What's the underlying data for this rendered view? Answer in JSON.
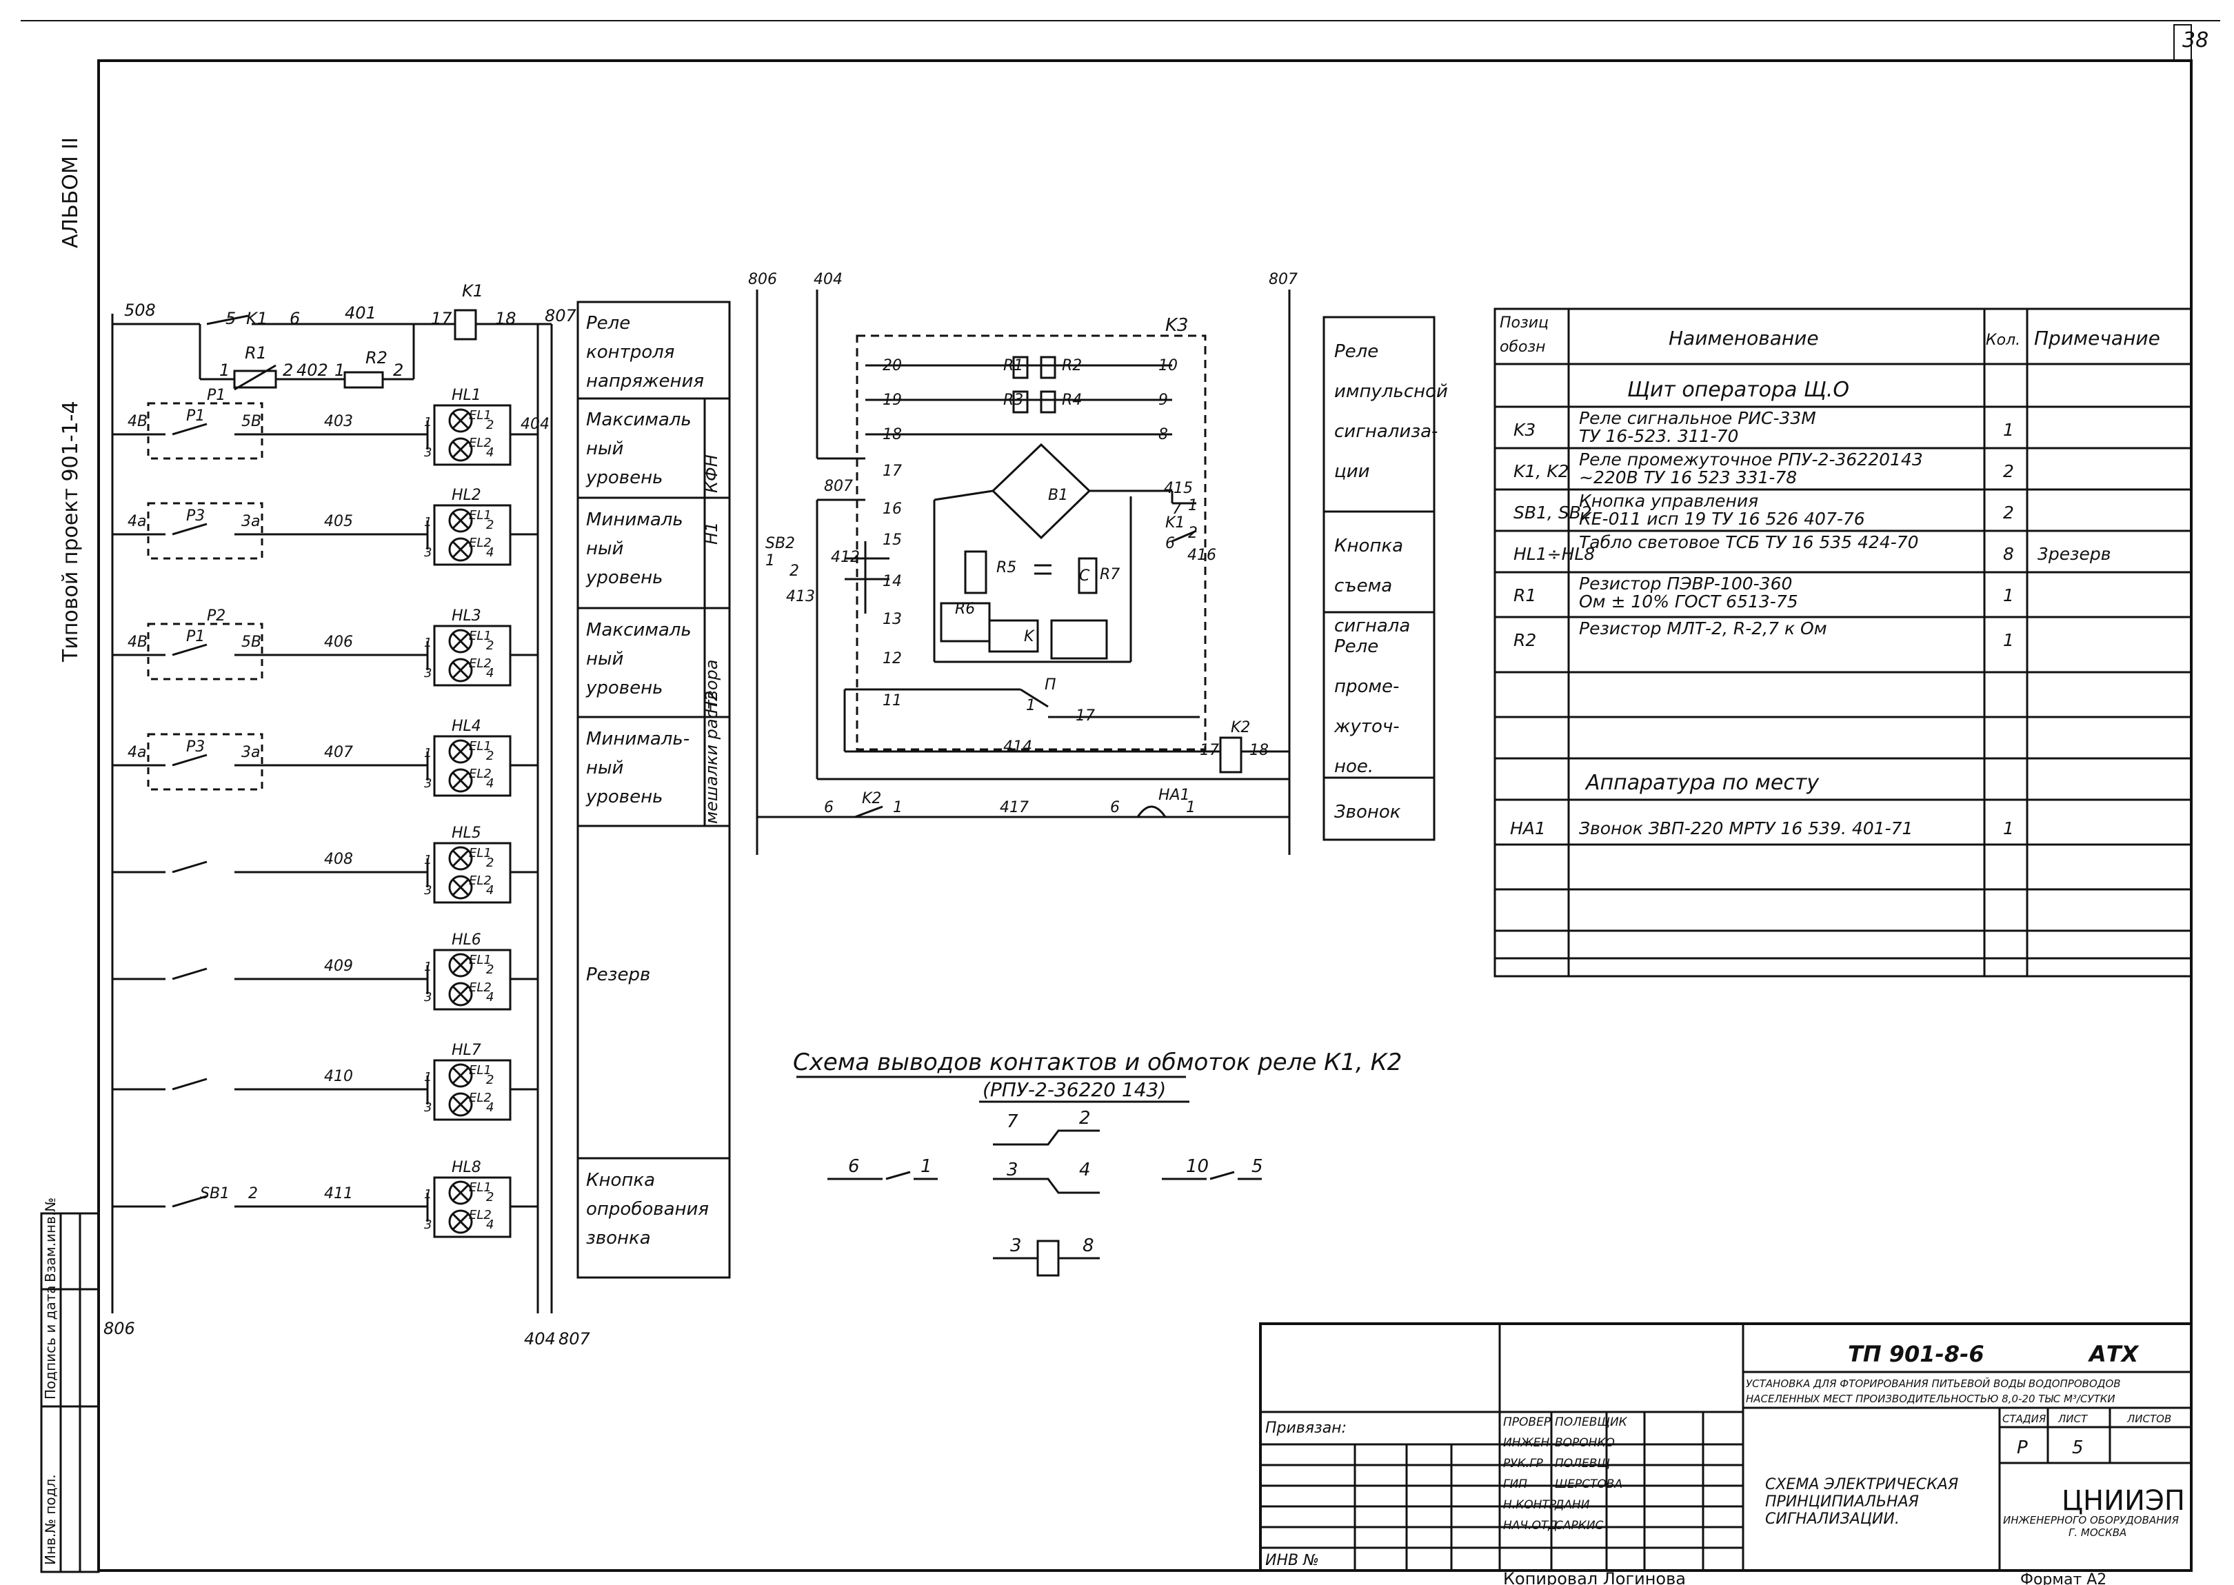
{
  "sheet": {
    "page_number": "38",
    "album": "АЛЬБОМ II",
    "project": "Типовой проект 901-1-4",
    "side_stamp": [
      "Инв.№ подл.",
      "Подпись и дата",
      "Взам.инв.№"
    ]
  },
  "left_schematic": {
    "bus_top_left": "508",
    "bus_bottom_left": "806",
    "bus_bottom_right": [
      "404",
      "807"
    ],
    "row1": {
      "n5": "5",
      "k1": "K1",
      "n6": "6",
      "w401": "401",
      "n17": "17",
      "k1coil": "K1",
      "n18": "18",
      "n807": "807",
      "r1": "R1",
      "r1_1": "1",
      "r1_2": "2",
      "w402": "402",
      "r2": "R2",
      "r2_1": "1",
      "r2_2": "2"
    },
    "lamp_rows": [
      {
        "group": "P1",
        "a": "4B",
        "sw": "P1",
        "b": "5B",
        "wire": "403",
        "hl": "HL1",
        "el1": "EL1",
        "el2": "EL2",
        "n1": "1",
        "n2": "2",
        "n3": "3",
        "n4": "4",
        "extra": "404"
      },
      {
        "group": "",
        "a": "4a",
        "sw": "P3",
        "b": "3a",
        "wire": "405",
        "hl": "HL2",
        "el1": "EL1",
        "el2": "EL2",
        "n1": "1",
        "n2": "2",
        "n3": "3",
        "n4": "4",
        "extra": ""
      },
      {
        "group": "P2",
        "a": "4B",
        "sw": "P1",
        "b": "5B",
        "wire": "406",
        "hl": "HL3",
        "el1": "EL1",
        "el2": "EL2",
        "n1": "1",
        "n2": "2",
        "n3": "3",
        "n4": "4",
        "extra": ""
      },
      {
        "group": "",
        "a": "4a",
        "sw": "P3",
        "b": "3a",
        "wire": "407",
        "hl": "HL4",
        "el1": "EL1",
        "el2": "EL2",
        "n1": "1",
        "n2": "2",
        "n3": "3",
        "n4": "4",
        "extra": ""
      },
      {
        "group": "",
        "a": "",
        "sw": "",
        "b": "",
        "wire": "408",
        "hl": "HL5",
        "el1": "EL1",
        "el2": "EL2",
        "n1": "1",
        "n2": "2",
        "n3": "3",
        "n4": "4",
        "extra": ""
      },
      {
        "group": "",
        "a": "",
        "sw": "",
        "b": "",
        "wire": "409",
        "hl": "HL6",
        "el1": "EL1",
        "el2": "EL2",
        "n1": "1",
        "n2": "2",
        "n3": "3",
        "n4": "4",
        "extra": ""
      },
      {
        "group": "",
        "a": "",
        "sw": "",
        "b": "",
        "wire": "410",
        "hl": "HL7",
        "el1": "EL1",
        "el2": "EL2",
        "n1": "1",
        "n2": "2",
        "n3": "3",
        "n4": "4",
        "extra": ""
      },
      {
        "group": "",
        "a": "SB1",
        "sw": "",
        "b": "2",
        "wire": "411",
        "hl": "HL8",
        "el1": "EL1",
        "el2": "EL2",
        "n1": "1",
        "n2": "2",
        "n3": "3",
        "n4": "4",
        "extra": ""
      }
    ],
    "descriptions": [
      [
        "Реле",
        "контроля",
        "напряжения"
      ],
      [
        "Максималь",
        "ный",
        "уровень"
      ],
      [
        "Минималь",
        "ный",
        "уровень"
      ],
      [
        "Максималь",
        "ный",
        "уровень"
      ],
      [
        "Минималь-",
        "ный",
        "уровень"
      ],
      [
        "Резерв"
      ],
      [
        "Кнопка",
        "опробования",
        "звонка"
      ]
    ],
    "group_labels": {
      "h1": "H1",
      "kfn": "КФН",
      "h2": "H2",
      "mixer": "мешалки раствора"
    }
  },
  "middle_schematic": {
    "bus_left": "806",
    "bus_404": "404",
    "bus_right": "807",
    "k3": "K3",
    "terms_left": [
      "20",
      "19",
      "18",
      "17",
      "16",
      "15",
      "14",
      "13",
      "12",
      "11"
    ],
    "terms_right": [
      "10",
      "9",
      "8"
    ],
    "resistors": [
      "R1",
      "R2",
      "R3",
      "R4",
      "R5",
      "R6",
      "R7"
    ],
    "bridge": "B1",
    "cap": "C",
    "relay_k": "K",
    "w807": "807",
    "w415": "415",
    "w416": "416",
    "k1_7": "7",
    "k1": "K1",
    "k1_6": "6",
    "k1_1": "1",
    "k1_2": "2",
    "sb2": "SB2",
    "sb2_1": "1",
    "sb2_2": "2",
    "w412": "412",
    "w413": "413",
    "w414": "414",
    "p_contact": "П",
    "n1": "1",
    "n17": "17",
    "k2": "K2",
    "k2_17": "17",
    "k2_18": "18",
    "bottom": {
      "n6": "6",
      "k2": "K2",
      "n1": "1",
      "w417": "417",
      "n6b": "6",
      "ha1": "HA1",
      "n1b": "1"
    }
  },
  "legend_table": {
    "rows": [
      {
        "text": [
          "Реле",
          "импульсной",
          "сигнализа-",
          "ции"
        ]
      },
      {
        "text": [
          "Кнопка",
          "съема",
          "сигнала"
        ]
      },
      {
        "text": [
          "Реле",
          "проме-",
          "жуточ-",
          "ное."
        ]
      },
      {
        "text": [
          "Звонок"
        ]
      }
    ]
  },
  "spec_table": {
    "headers": [
      "Позиц обозн",
      "Наименование",
      "Кол.",
      "Примечание"
    ],
    "section1": "Щит оператора  Щ.О",
    "rows": [
      {
        "pos": "K3",
        "name": [
          "Реле сигнальное  РИС-33М",
          "ТУ 16-523. 311-70"
        ],
        "qty": "1",
        "note": ""
      },
      {
        "pos": "K1, K2",
        "name": [
          "Реле промежуточное РПУ-2-36220143",
          "~220В ТУ 16 523 331-78"
        ],
        "qty": "2",
        "note": ""
      },
      {
        "pos": "SB1, SB2",
        "name": [
          "Кнопка управления",
          "КЕ-011 исп 19 ТУ 16 526 407-76"
        ],
        "qty": "2",
        "note": ""
      },
      {
        "pos": "HL1÷HL8",
        "name": [
          "Табло световое ТСБ ТУ 16 535 424-70"
        ],
        "qty": "8",
        "note": "3резерв"
      },
      {
        "pos": "R1",
        "name": [
          "Резистор ПЭВР-100-360",
          "Ом ± 10%   ГОСТ 6513-75"
        ],
        "qty": "1",
        "note": ""
      },
      {
        "pos": "R2",
        "name": [
          "Резистор  МЛТ-2,  R-2,7 к Ом"
        ],
        "qty": "1",
        "note": ""
      }
    ],
    "section2": "Аппаратура по месту",
    "rows2": [
      {
        "pos": "HA1",
        "name": [
          "Звонок ЗВП-220 МРТУ 16 539. 401-71"
        ],
        "qty": "1",
        "note": ""
      }
    ]
  },
  "contacts_diagram": {
    "title": "Схема выводов контактов и обмоток реле К1, К2",
    "subtitle": "(РПУ-2-36220 143)",
    "labels": {
      "c7": "7",
      "c2": "2",
      "c6": "6",
      "c1": "1",
      "c3": "3",
      "c4": "4",
      "c10": "10",
      "c5": "5",
      "coil3": "3",
      "coil8": "8"
    }
  },
  "title_block": {
    "code": "ТП 901-8-6",
    "mark": "АТХ",
    "project_desc": [
      "УСТАНОВКА ДЛЯ ФТОРИРОВАНИЯ ПИТЬЕВОЙ ВОДЫ ВОДОПРОВОДОВ",
      "НАСЕЛЕННЫХ МЕСТ ПРОИЗВОДИТЕЛЬНОСТЬЮ 8,0-20 ТЫС М³/СУТКИ"
    ],
    "stage_label": "СТАДИЯ",
    "sheet_label": "ЛИСТ",
    "sheets_label": "ЛИСТОВ",
    "stage": "Р",
    "sheet_no": "5",
    "drawing_title": [
      "СХЕМА ЭЛЕКТРИЧЕСКАЯ",
      "ПРИНЦИПИАЛЬНАЯ",
      "СИГНАЛИЗАЦИИ."
    ],
    "org": "ЦНИИЭП",
    "org_sub": [
      "ИНЖЕНЕРНОГО ОБОРУДОВАНИЯ",
      "Г. МОСКВА"
    ],
    "attached": "Привязан:",
    "inv": "ИНВ №",
    "roles": [
      {
        "role": "ПРОВЕР",
        "name": "ПОЛЕВЩИК"
      },
      {
        "role": "ИНЖЕН",
        "name": "ВОРОНКО"
      },
      {
        "role": "РУК.ГР",
        "name": "ПОЛЕВЩ"
      },
      {
        "role": "ГИП",
        "name": "ШЕРСТОВА"
      },
      {
        "role": "Н.КОНТР",
        "name": "ДАНИ"
      },
      {
        "role": "НАЧ.ОТД",
        "name": "САРКИС"
      }
    ],
    "copied": "Копировал  Логинова",
    "format": "Формат  А2"
  }
}
